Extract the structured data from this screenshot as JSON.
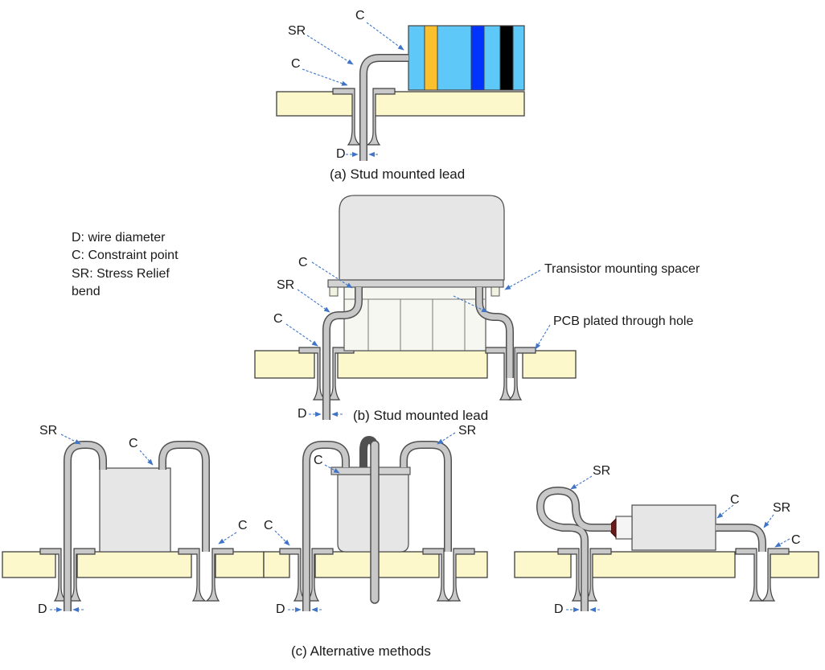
{
  "labels": {
    "sr": "SR",
    "c": "C",
    "d": "D"
  },
  "legend": {
    "line1": "D: wire diameter",
    "line2": "C: Constraint point",
    "line3": "SR: Stress Relief",
    "line4": "bend"
  },
  "annotations": {
    "spacer": "Transistor mounting spacer",
    "pth": "PCB plated through hole"
  },
  "captions": {
    "a": "(a) Stud mounted lead",
    "b": "(b) Stud mounted lead",
    "c": "(c) Alternative methods"
  },
  "colors": {
    "pcb": "#fcf8cc",
    "resistor_body": "#5ec8f8",
    "band_1": "#fbc02d",
    "band_2": "#0033ff",
    "band_3": "#000000",
    "leader": "#3f74c6"
  }
}
